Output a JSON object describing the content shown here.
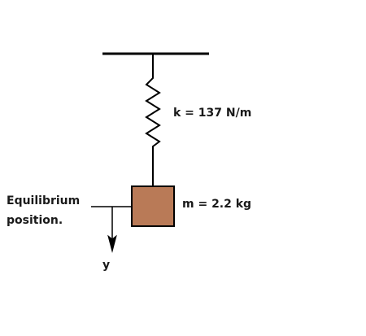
{
  "spring": {
    "label": "k = 137 N/m"
  },
  "mass": {
    "label": "m = 2.2 kg",
    "color": "#b97a57"
  },
  "equilibrium": {
    "line1": "Equilibrium",
    "line2": "position."
  },
  "axis": {
    "label": "y"
  },
  "colors": {
    "stroke": "#000000"
  }
}
